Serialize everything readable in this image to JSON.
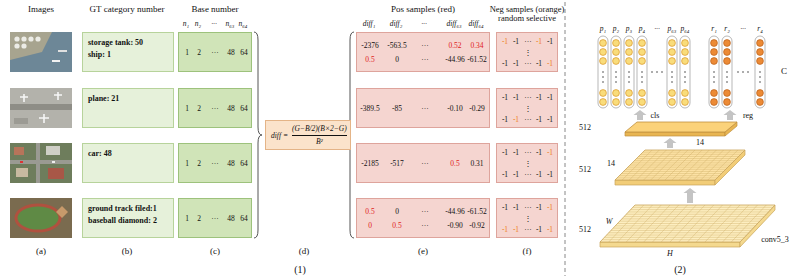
{
  "diagram": {
    "nodes": [
      {
        "text": [
          "storage tank: 50",
          "ship: 1"
        ]
      },
      {
        "text": [
          "plane: 21"
        ]
      },
      {
        "text": [
          "car: 48"
        ]
      },
      {
        "text": [
          "ground track filed:1",
          "baseball diamond: 2"
        ]
      },
      {
        "text": [
          "1",
          "2",
          "···",
          "48",
          "64"
        ]
      },
      {
        "text": [
          "1",
          "2",
          "···",
          "48",
          "64"
        ]
      },
      {
        "text": [
          "1",
          "2",
          "···",
          "48",
          "64"
        ]
      },
      {
        "text": [
          "1",
          "2",
          "···",
          "48",
          "64"
        ]
      },
      {
        "text": [
          "diff =",
          "(G−B/2)(B×2−G)",
          "B²"
        ]
      },
      {
        "text": [
          "-2376",
          "-563.5",
          "···",
          "0.52",
          "0.34",
          "0.5",
          "0",
          "···",
          "-44.96",
          "-61.52"
        ]
      },
      {
        "text": [
          "-389.5",
          "-85",
          "···",
          "-0.10",
          "-0.29"
        ]
      },
      {
        "text": [
          "-2185",
          "-517",
          "···",
          "0.5",
          "0.31"
        ]
      },
      {
        "text": [
          "0.5",
          "0",
          "···",
          "-44.96",
          "-61.52",
          "0",
          "0.5",
          "···",
          "-0.90",
          "-0.92"
        ]
      },
      {
        "text": [
          "-1",
          "-1",
          "···",
          "-1",
          "-1",
          "⋮",
          "-1",
          "-1",
          "···",
          "-1",
          "-1"
        ]
      },
      {
        "text": [
          "-1",
          "-1",
          "···",
          "-1",
          "-1",
          "⋮",
          "-1",
          "-1",
          "···",
          "-1",
          "-1"
        ]
      },
      {
        "text": [
          "-1",
          "-1",
          "···",
          "-1",
          "-1",
          "⋮",
          "-1",
          "-1",
          "···",
          "-1",
          "-1"
        ]
      },
      {
        "text": [
          "-1",
          "-1",
          "···",
          "-1",
          "-1",
          "⋮",
          "-1",
          "-1",
          "···",
          "-1",
          "-1"
        ]
      }
    ],
    "labels": [
      "Images",
      "GT category number",
      "Base number",
      "Pos samples (red)",
      "Neg samples (orange) random selective",
      "n₁",
      "n₂",
      "···",
      "n₆₃",
      "n₆₄",
      "diff₁",
      "diff₂",
      "···",
      "diff₆₃",
      "diff₆₄",
      "p₁",
      "p₂",
      "p₃",
      "p₄",
      "···",
      "p₆₃",
      "p₆₄",
      "r₁",
      "r₂",
      "···",
      "r₄",
      "C",
      "cls",
      "reg",
      "512",
      "512",
      "14",
      "14",
      "512",
      "W",
      "H",
      "conv5_3",
      "(a)",
      "(b)",
      "(c)",
      "(d)",
      "(e)",
      "(f)",
      "(1)",
      "(2)"
    ]
  }
}
